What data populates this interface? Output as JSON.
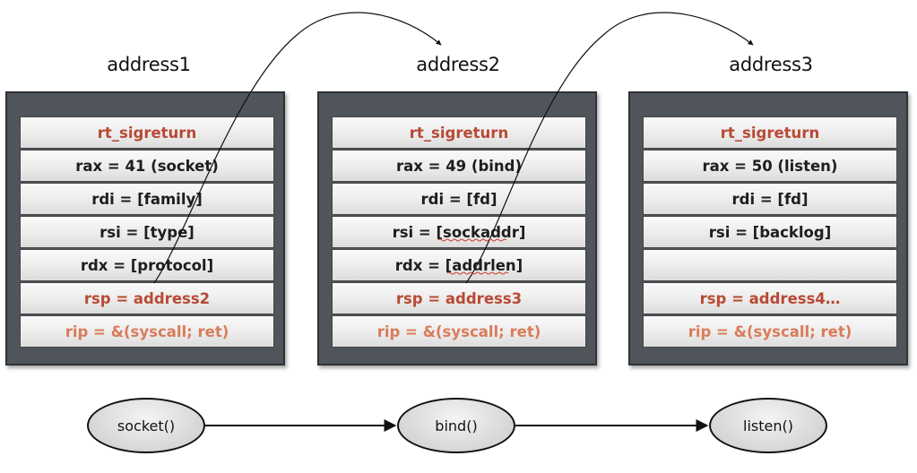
{
  "frames": [
    {
      "title": "address1",
      "cells": [
        "rt_sigreturn",
        "rax = 41 (socket)",
        "rdi = [family]",
        "rsi = [type]",
        "rdx = [protocol]",
        "rsp = address2",
        "rip = &(syscall; ret)"
      ]
    },
    {
      "title": "address2",
      "cells": [
        "rt_sigreturn",
        "rax = 49 (bind)",
        "rdi = [fd]",
        "rsi = [sockaddr]",
        "rdx = [addrlen]",
        "rsp = address3",
        "rip = &(syscall; ret)"
      ]
    },
    {
      "title": "address3",
      "cells": [
        "rt_sigreturn",
        "rax = 50 (listen)",
        "rdi = [fd]",
        "rsi = [backlog]",
        "",
        "rsp = address4…",
        "rip = &(syscall; ret)"
      ]
    }
  ],
  "calls": [
    "socket()",
    "bind()",
    "listen()"
  ],
  "colors": {
    "frame_bg": "#50555b",
    "sigreturn_text": "#b84a35",
    "rip_text": "#d97c5b",
    "text": "#1e1e1e"
  }
}
